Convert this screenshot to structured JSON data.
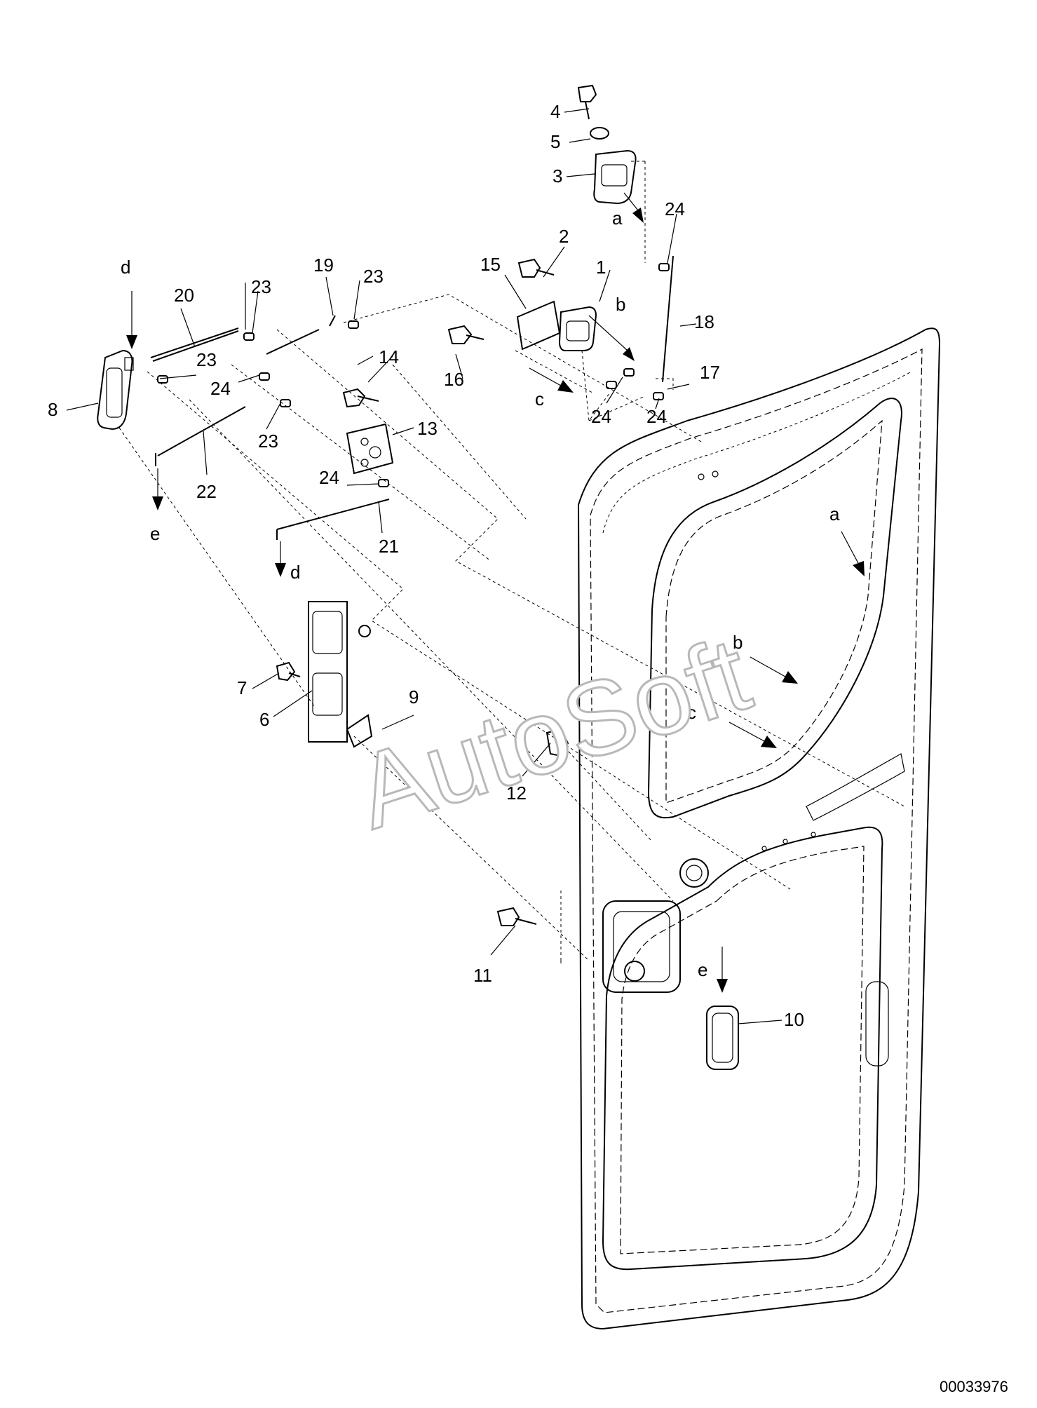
{
  "diagram": {
    "watermark": "AutoSoft",
    "drawing_code": "00033976",
    "part_labels": [
      "1",
      "2",
      "3",
      "4",
      "5",
      "6",
      "7",
      "8",
      "9",
      "10",
      "11",
      "12",
      "13",
      "14",
      "15",
      "16",
      "17",
      "18",
      "19",
      "20",
      "21",
      "22",
      "23",
      "24"
    ],
    "view_letters": [
      "a",
      "b",
      "c",
      "d",
      "e"
    ]
  }
}
